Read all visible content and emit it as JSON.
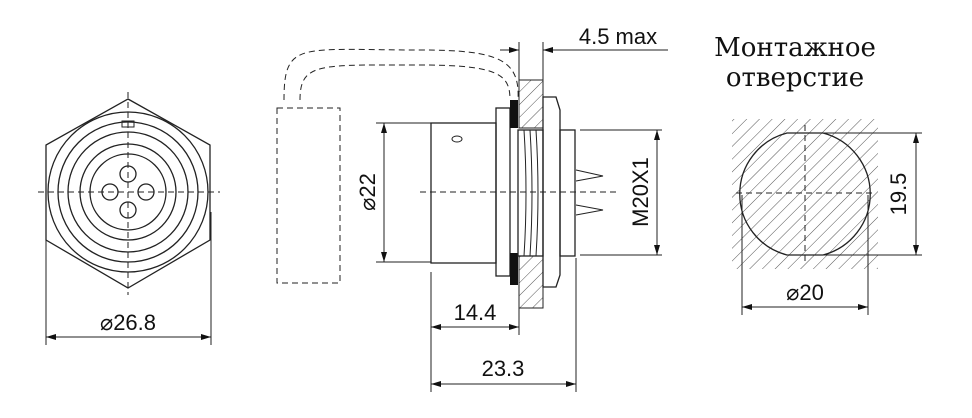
{
  "front_view": {
    "diameter_label": "⌀26.8",
    "pin_count": 4
  },
  "side_view": {
    "panel_thickness_label": "4.5 max",
    "body_diameter_label": "⌀22",
    "thread_label": "M20X1",
    "length_to_panel_label": "14.4",
    "overall_length_label": "23.3"
  },
  "mounting_hole": {
    "title_line1": "Монтажное",
    "title_line2": "отверстие",
    "flat_height_label": "19.5",
    "diameter_label": "⌀20"
  },
  "colors": {
    "line": "#222222",
    "background": "#ffffff"
  }
}
